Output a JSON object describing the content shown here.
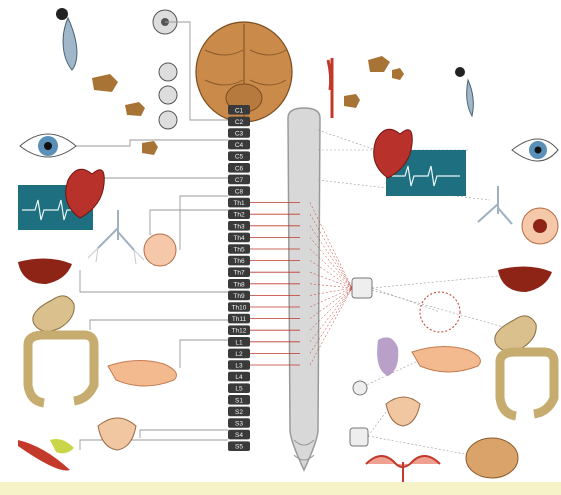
{
  "diagram": {
    "vertebra_labels": [
      "C1",
      "C2",
      "C3",
      "C4",
      "C5",
      "C6",
      "C7",
      "C8",
      "Th1",
      "Th2",
      "Th3",
      "Th4",
      "Th5",
      "Th6",
      "Th7",
      "Th8",
      "Th9",
      "Th10",
      "Th11",
      "Th12",
      "L1",
      "L2",
      "L3",
      "L4",
      "L5",
      "S1",
      "S2",
      "S3",
      "S4",
      "S5"
    ],
    "organs_left": [
      "eye",
      "heart-ecg",
      "lungs",
      "stomach-intestine",
      "liver",
      "pancreas",
      "bladder",
      "genitals"
    ],
    "organs_right": [
      "eye",
      "heart-ecg",
      "lungs",
      "liver",
      "stomach-intestine",
      "pancreas",
      "bladder",
      "uterus"
    ],
    "colors": {
      "parasympathetic_line": "#9a9a9a",
      "sympathetic_line": "#c0392b",
      "spine": "#3a3a3a",
      "sympathetic_chain": "#bdbdbd",
      "brain": "#c98a4a",
      "ecg_panel": "#1e6f80",
      "organ": "#e0a98a",
      "floor": "#f7f3c9"
    }
  }
}
